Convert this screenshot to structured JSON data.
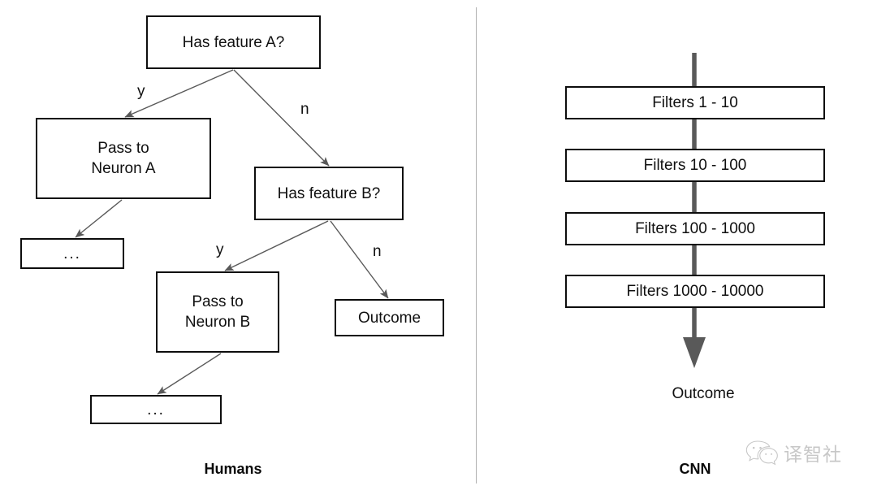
{
  "figure": {
    "background_color": "#ffffff",
    "node_border_color": "#0d0d0d",
    "edge_color": "#595959",
    "divider_color": "#b0b0b0"
  },
  "left_panel": {
    "caption": "Humans",
    "nodes": [
      {
        "id": "root",
        "label": "Has feature A?"
      },
      {
        "id": "pass_a",
        "label": "Pass to\nNeuron A"
      },
      {
        "id": "feature_b",
        "label": "Has feature B?"
      },
      {
        "id": "dots_a",
        "label": "..."
      },
      {
        "id": "pass_b",
        "label": "Pass to\nNeuron B"
      },
      {
        "id": "outcome",
        "label": "Outcome"
      },
      {
        "id": "dots_b",
        "label": "..."
      }
    ],
    "edge_labels": [
      {
        "id": "root_yes",
        "label": "y"
      },
      {
        "id": "root_no",
        "label": "n"
      },
      {
        "id": "b_yes",
        "label": "y"
      },
      {
        "id": "b_no",
        "label": "n"
      }
    ]
  },
  "right_panel": {
    "caption": "CNN",
    "filters": [
      {
        "id": "filters_1",
        "label": "Filters 1 - 10"
      },
      {
        "id": "filters_2",
        "label": "Filters 10 - 100"
      },
      {
        "id": "filters_3",
        "label": "Filters 100 - 1000"
      },
      {
        "id": "filters_4",
        "label": "Filters 1000 - 10000"
      }
    ],
    "outcome_label": "Outcome"
  },
  "watermark": {
    "text": "译智社",
    "logo": "wechat-icon"
  }
}
